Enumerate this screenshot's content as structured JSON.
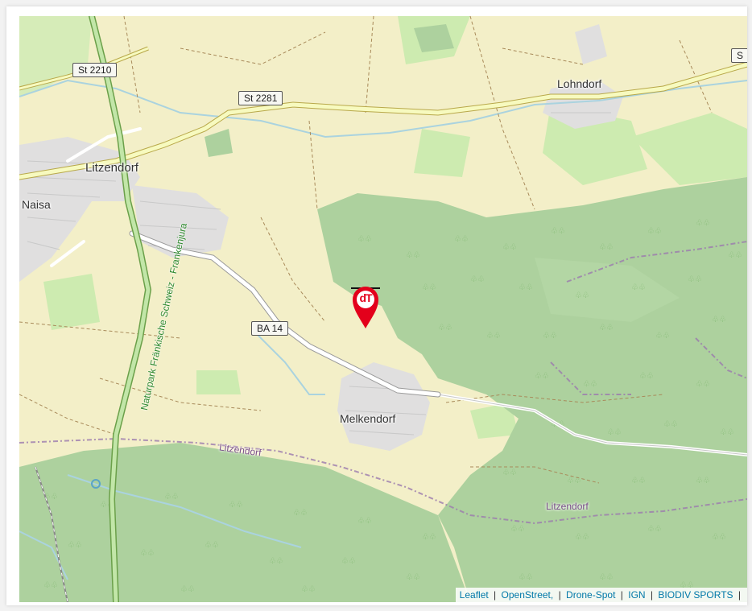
{
  "towns": {
    "lohndorf": "Lohndorf",
    "litzendorf": "Litzendorf",
    "naisa": "Naisa",
    "melkendorf": "Melkendorf"
  },
  "roads": {
    "st2210": "St 2210",
    "st2281": "St 2281",
    "ba14": "BA 14",
    "edge": "S"
  },
  "areas": {
    "litzendorf_1": "Litzendorf",
    "litzendorf_2": "Litzendorf"
  },
  "park": {
    "naturpark": "Naturpark Fränkische Schweiz - Frankenjura"
  },
  "attribution": {
    "leaflet": "Leaflet",
    "sep1": "|",
    "openstreet": "OpenStreet,",
    "sep2": "|",
    "dronespot": "Drone-Spot",
    "sep3": "|",
    "ign": "IGN",
    "sep4": "|",
    "biodiv": "BIODIV SPORTS",
    "sep5": "|"
  },
  "marker": {
    "label": "dT",
    "color": "#e3001b"
  },
  "colors": {
    "farmland": "#f3efc8",
    "forest": "#add19e",
    "meadow": "#cdebb0",
    "water": "#aad3df",
    "residential": "#e0dfdf"
  }
}
